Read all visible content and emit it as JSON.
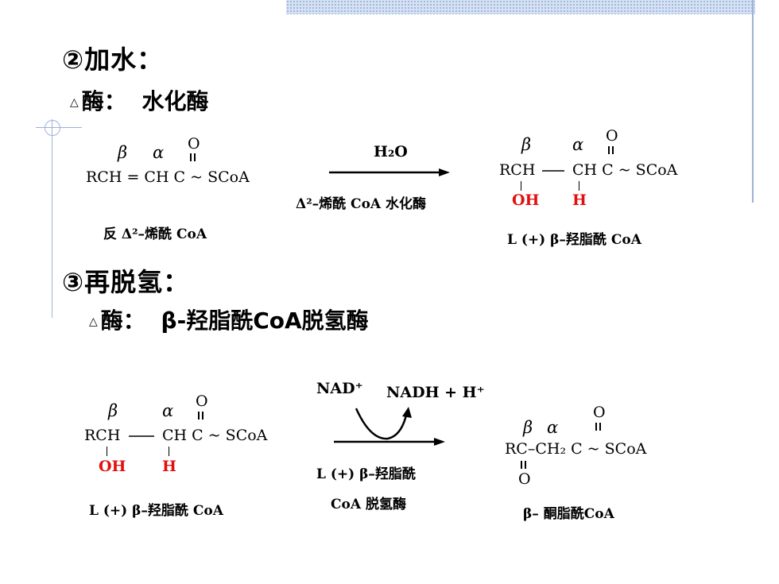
{
  "section1": {
    "title": "②加水：",
    "enzyme_prefix": "酶：",
    "enzyme_name": "水化酶"
  },
  "reaction1": {
    "left_formula": "RCH = CH C ~ SCoA",
    "left_beta": "β",
    "left_alpha": "α",
    "left_o": "O",
    "left_name": "反 Δ²–烯酰 CoA",
    "arrow_top": "H₂O",
    "arrow_bottom": "Δ²–烯酰 CoA 水化酶",
    "right_formula_a": "RCH",
    "right_formula_b": "CH C ~ SCoA",
    "right_beta": "β",
    "right_alpha": "α",
    "right_o": "O",
    "right_oh": "OH",
    "right_h": "H",
    "right_name": "L (+) β–羟脂酰 CoA"
  },
  "section2": {
    "title": "③再脱氢：",
    "enzyme_prefix": "酶：",
    "enzyme_name": "β-羟脂酰CoA脱氢酶"
  },
  "reaction2": {
    "left_formula_a": "RCH",
    "left_formula_b": "CH C ~ SCoA",
    "left_beta": "β",
    "left_alpha": "α",
    "left_o": "O",
    "left_oh": "OH",
    "left_h": "H",
    "left_name": "L (+) β–羟脂酰 CoA",
    "arrow_in": "NAD⁺",
    "arrow_out": "NADH + H⁺",
    "arrow_bottom_1": "L (+) β–羟脂酰",
    "arrow_bottom_2": "CoA 脱氢酶",
    "right_formula": "RC–CH₂ C ~ SCoA",
    "right_beta": "β",
    "right_alpha": "α",
    "right_o_top": "O",
    "right_o_bottom": "O",
    "right_name": "β– 酮脂酰CoA"
  },
  "colors": {
    "accent_red": "#e01010",
    "decor_blue": "#9fb0d8"
  }
}
